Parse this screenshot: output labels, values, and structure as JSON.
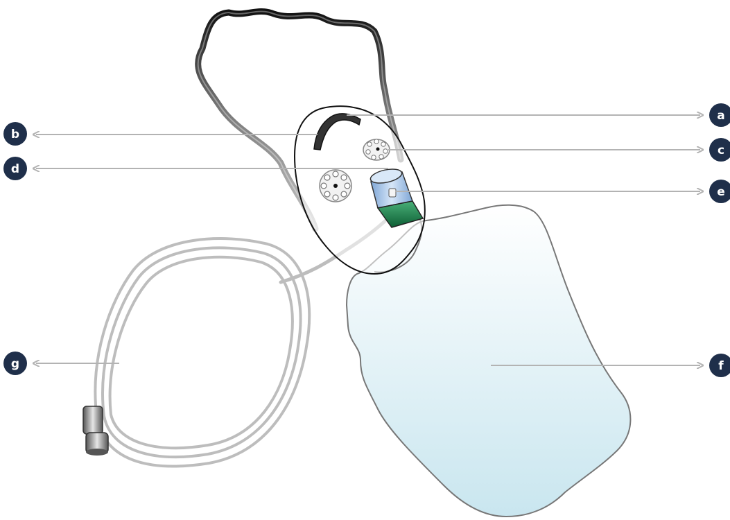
{
  "labels": {
    "a": "a",
    "b": "b",
    "c": "c",
    "d": "d",
    "e": "e",
    "f": "f",
    "g": "g"
  },
  "colors": {
    "badge": "#1f2f4a",
    "arrow": "#b3b3b3",
    "outline": "#111111",
    "tube": "#bdbdbd",
    "bag_top": "#ffffff",
    "bag_bottom": "#c9e6ef",
    "connector_blue": "#a8c8ec",
    "connector_green": "#1a8a52"
  },
  "icons": [
    "strap",
    "mask",
    "exhalation-port",
    "oxygen-connector",
    "reservoir-bag",
    "oxygen-tubing"
  ]
}
